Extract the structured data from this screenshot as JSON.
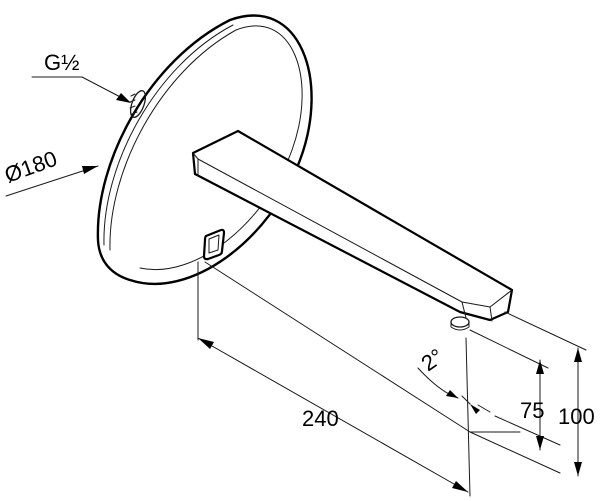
{
  "labels": {
    "thread": "G½",
    "diameter": "Ø180",
    "projection": "240",
    "angle": "2°",
    "outlet_height": "75",
    "total_height": "100"
  }
}
